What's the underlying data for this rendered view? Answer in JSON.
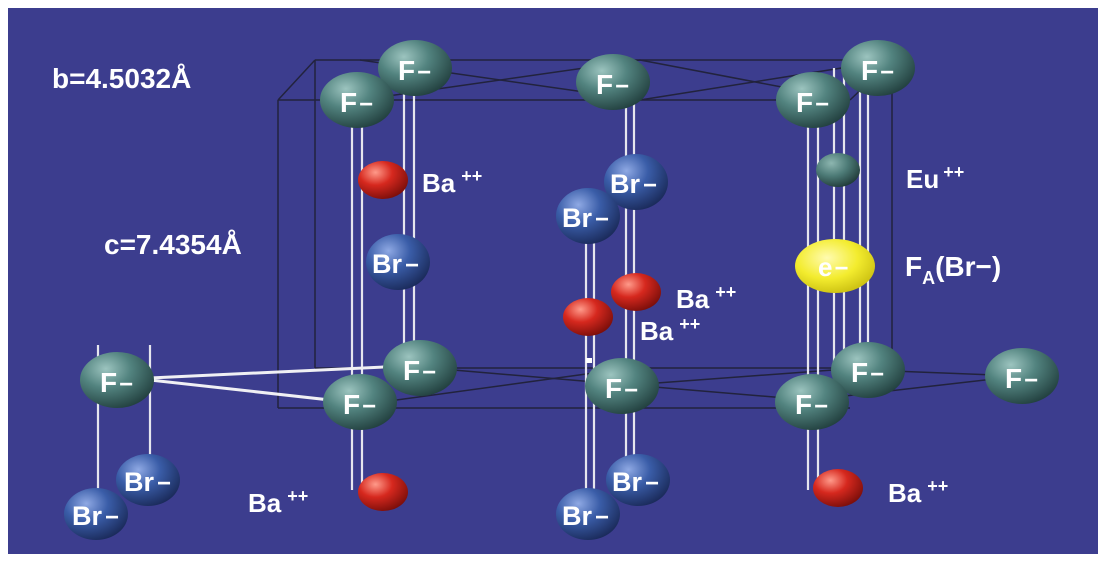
{
  "lattice": {
    "b_label": "b=4.5032Å",
    "c_label": "c=7.4354Å"
  },
  "ions": {
    "fluorine": "F",
    "bromine": "Br",
    "barium": "Ba",
    "europium": "Eu",
    "electron": "e",
    "minus": "−",
    "double_plus": "++"
  },
  "defect": {
    "label_prefix": "F",
    "label_subscript": "A",
    "label_suffix": "(Br−)"
  },
  "colors": {
    "background": "#3c3d8e",
    "fluorine": "#52837f",
    "bromine": "#3a5da8",
    "barium": "#d6281e",
    "europium": "#4d7b77",
    "electron": "#f3ec2e",
    "bond": "#e8e8e8",
    "edge": "#2a2a40"
  }
}
